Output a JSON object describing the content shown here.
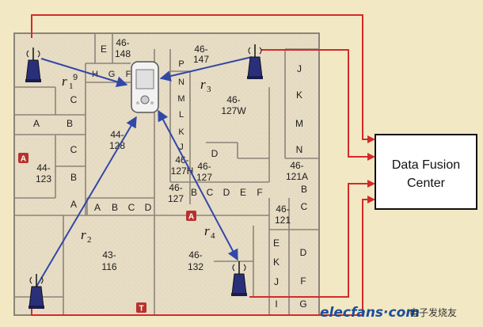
{
  "fusion_center": {
    "line1": "Data Fusion",
    "line2": "Center"
  },
  "ranges": [
    {
      "main": "r",
      "sub": "1"
    },
    {
      "main": "r",
      "sub": "2"
    },
    {
      "main": "r",
      "sub": "3"
    },
    {
      "main": "r",
      "sub": "4"
    }
  ],
  "rooms": {
    "r44_148": [
      "46-",
      "148"
    ],
    "r46_147": [
      "46-",
      "147"
    ],
    "r46_127w": [
      "46-",
      "127W"
    ],
    "r44_128": [
      "44-",
      "128"
    ],
    "r44_123": [
      "44-",
      "123"
    ],
    "r46_127h": [
      "46-",
      "127H"
    ],
    "r46_127": [
      "46-",
      "127"
    ],
    "r46_127b": [
      "46-",
      "127"
    ],
    "r46_121a": [
      "46-",
      "121A"
    ],
    "r46_121": [
      "46-",
      "121"
    ],
    "r43_116": [
      "43-",
      "116"
    ],
    "r46_132": [
      "46-",
      "132"
    ],
    "letters": {
      "e_top": "E",
      "nine": "9",
      "h": "H",
      "g": "G",
      "f": "F",
      "c1": "C",
      "a1": "A",
      "b1": "B",
      "c2": "C",
      "b2": "B",
      "a2": "A",
      "a3": "A",
      "b3": "B",
      "c3": "C",
      "d3": "D",
      "p": "P",
      "n1": "N",
      "m1": "M",
      "l": "L",
      "k1": "K",
      "j1": "J",
      "d1": "D",
      "b4": "B",
      "c4": "C",
      "d4": "D",
      "e4": "E",
      "f4": "F",
      "j2": "J",
      "k2": "K",
      "m2": "M",
      "n2": "N",
      "b5": "B",
      "c5": "C",
      "e5": "E",
      "k3": "K",
      "j3": "J",
      "i": "I",
      "d5": "D",
      "f5": "F",
      "g5": "G"
    }
  },
  "markers": {
    "a_left": "A",
    "a_center": "A",
    "t_bottom": "T"
  },
  "watermark": {
    "brand": "elecfans·com",
    "cn": "电子发烧友"
  }
}
